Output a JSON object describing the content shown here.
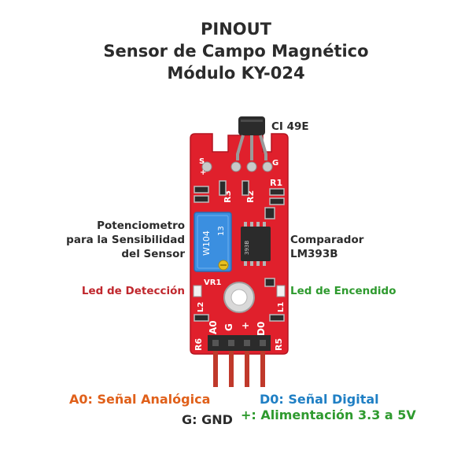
{
  "title": {
    "line1": "PINOUT",
    "line2": "Sensor de Campo Magnético",
    "line3": "Módulo KY-024"
  },
  "labels": {
    "ic": "CI 49E",
    "pot_line1": "Potenciometro",
    "pot_line2": "para la Sensibilidad",
    "pot_line3": "del Sensor",
    "comp_line1": "Comparador",
    "comp_line2": "LM393B",
    "led_detect": "Led de Detección",
    "led_power": "Led de Encendido"
  },
  "pins": {
    "a0": "A0: Señal Analógica",
    "d0": "D0: Señal Digital",
    "gnd": "G: GND",
    "vcc": "+: Alimentación 3.3 a 5V"
  },
  "silkscreen": {
    "s": "S",
    "plus": "+",
    "g": "G",
    "r3": "R3",
    "r2": "R2",
    "r1": "R1",
    "pot_code": "W104",
    "pot_num": "13",
    "vr1": "VR1",
    "l2": "L2",
    "l1": "L1",
    "a0": "A0",
    "gnd": "G",
    "vcc": "+",
    "d0": "D0",
    "r6": "R6",
    "r5": "R5",
    "chip": "393B"
  },
  "colors": {
    "pcb": "#e0202c",
    "pot": "#3b8fe0",
    "pin_red": "#c0392b",
    "analog": "#e0601a",
    "digital": "#1f7fc4",
    "power": "#2e9a2e",
    "led_detect": "#c0272d",
    "led_power": "#2e9a2e",
    "dark": "#2b2b2b"
  }
}
